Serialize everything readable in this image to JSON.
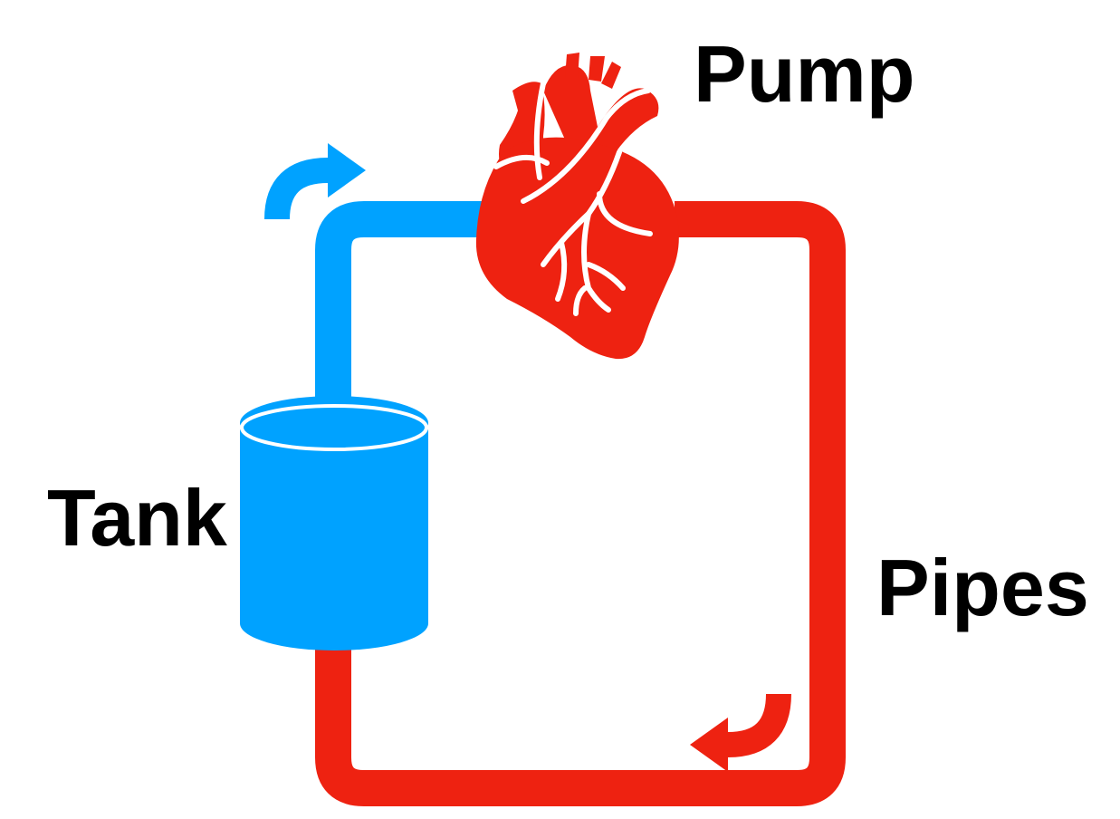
{
  "labels": {
    "pump": "Pump",
    "tank": "Tank",
    "pipes": "Pipes"
  },
  "colors": {
    "deoxygenated": "#00a2ff",
    "oxygenated": "#ee2211",
    "vein_highlight": "#ffffff",
    "text": "#000000"
  },
  "icons": {
    "pump": "heart-icon",
    "tank": "cylinder-tank-icon",
    "flow": "curved-arrow-icon"
  }
}
